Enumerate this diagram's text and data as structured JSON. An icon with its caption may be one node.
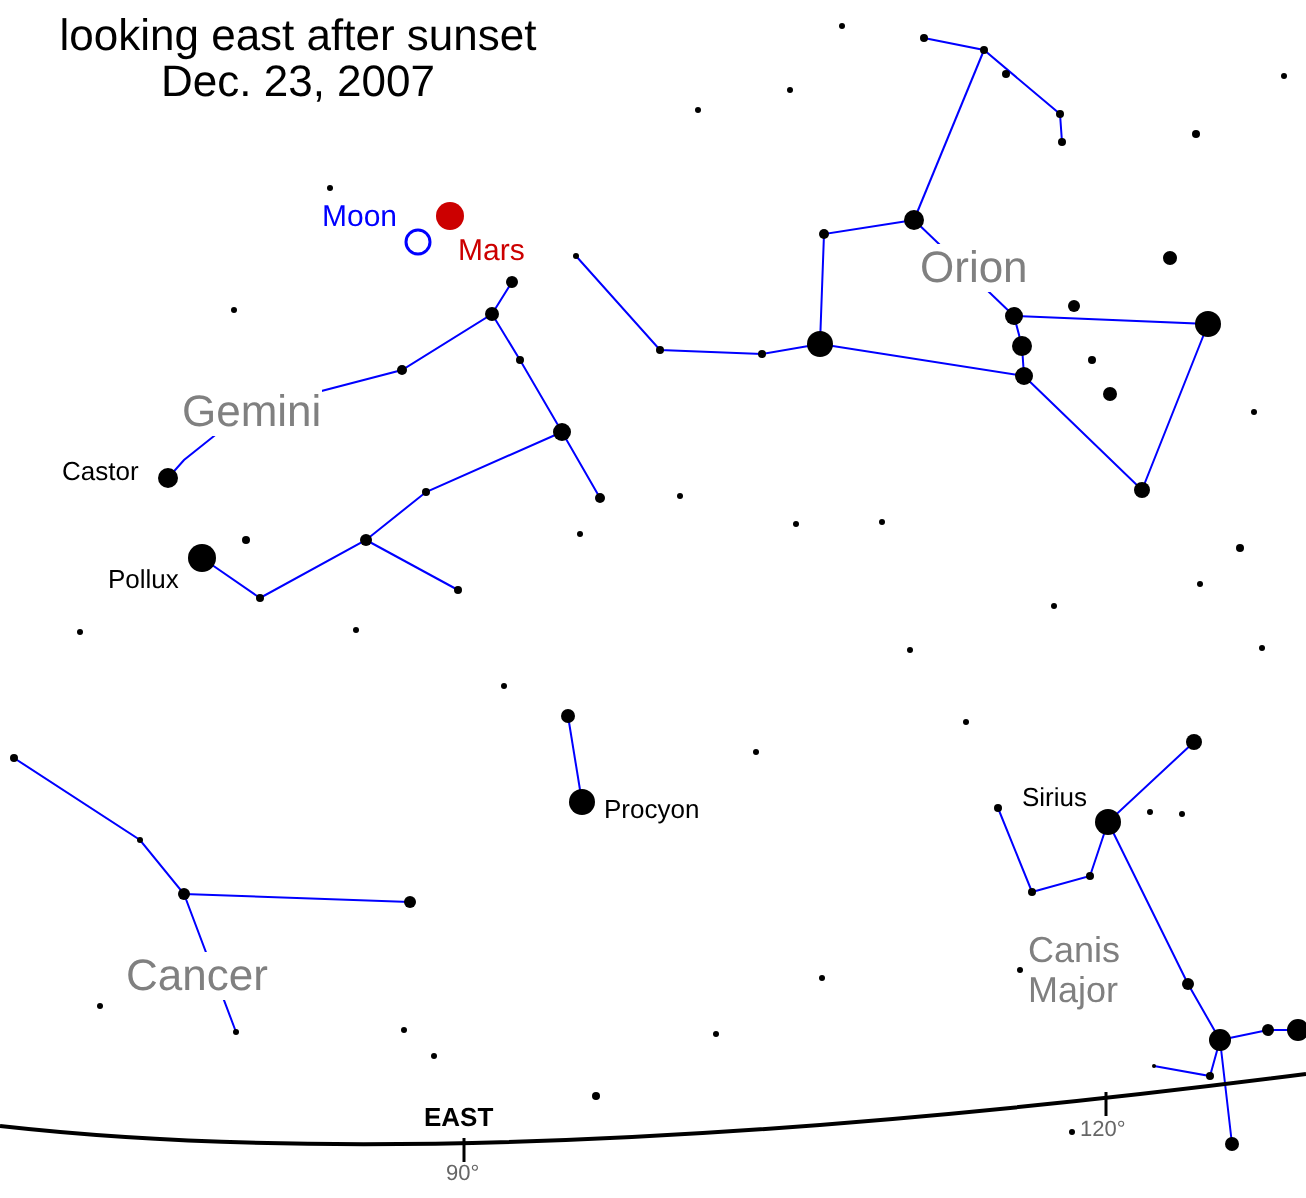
{
  "diagram": {
    "title": "looking east after sunset Dec. 23, 2007",
    "labels": [
      "Moon",
      "Mars",
      "Orion",
      "Gemini",
      "Castor",
      "Pollux",
      "Procyon",
      "Sirius",
      "Canis Major",
      "Cancer",
      "EAST",
      "90°",
      "120°"
    ]
  }
}
